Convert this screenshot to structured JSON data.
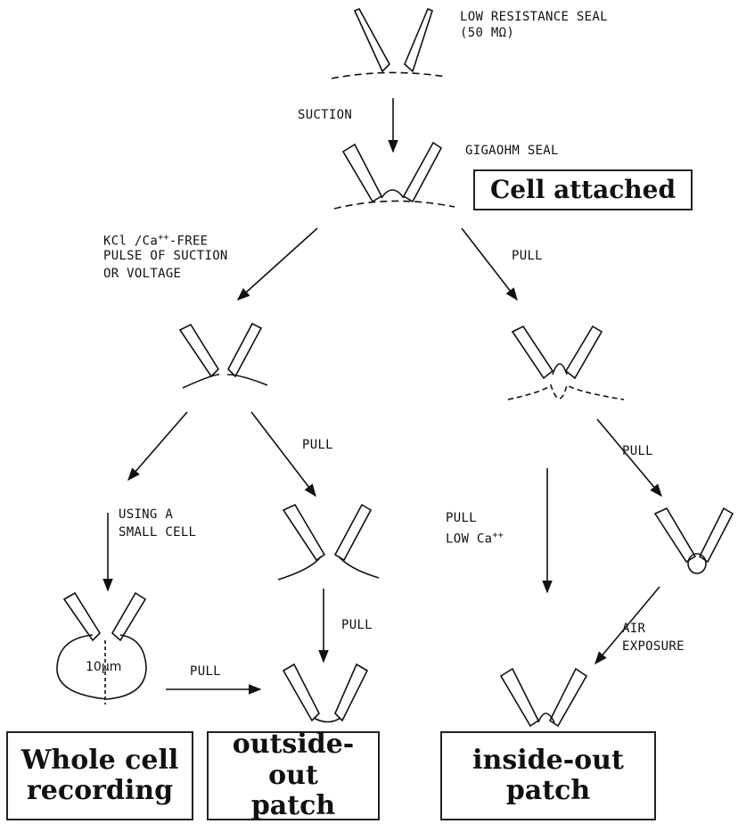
{
  "labels": {
    "low_resistance_seal": "LOW RESISTANCE SEAL",
    "low_resistance_value": "(50 MΩ)",
    "suction": "SUCTION",
    "gigaohm_seal": "GIGAOHM SEAL",
    "kcl_line1": "KCl /Ca",
    "kcl_sup": "++",
    "kcl_line1_end": "-FREE",
    "kcl_line2": "PULSE OF SUCTION",
    "kcl_line3": "OR VOLTAGE",
    "pull_right_top": "PULL",
    "pull_left_mid": "PULL",
    "pull_right_mid": "PULL",
    "using_line1": "USING A",
    "using_line2": "SMALL CELL",
    "pull_low_line1": "PULL",
    "pull_low_line2": "LOW Ca",
    "pull_low_sup": "++",
    "pull_down_center": "PULL",
    "air_line1": "AIR",
    "air_line2": "EXPOSURE",
    "pull_bottom_left": "PULL",
    "cell_size": "10μm"
  },
  "boxes": {
    "cell_attached": "Cell attached",
    "whole_cell_l1": "Whole cell",
    "whole_cell_l2": "recording",
    "outside_out_l1": "outside-out",
    "outside_out_l2": "patch",
    "inside_out_l1": "inside-out",
    "inside_out_l2": "patch"
  },
  "colors": {
    "ink": "#111111",
    "background": "#ffffff"
  }
}
